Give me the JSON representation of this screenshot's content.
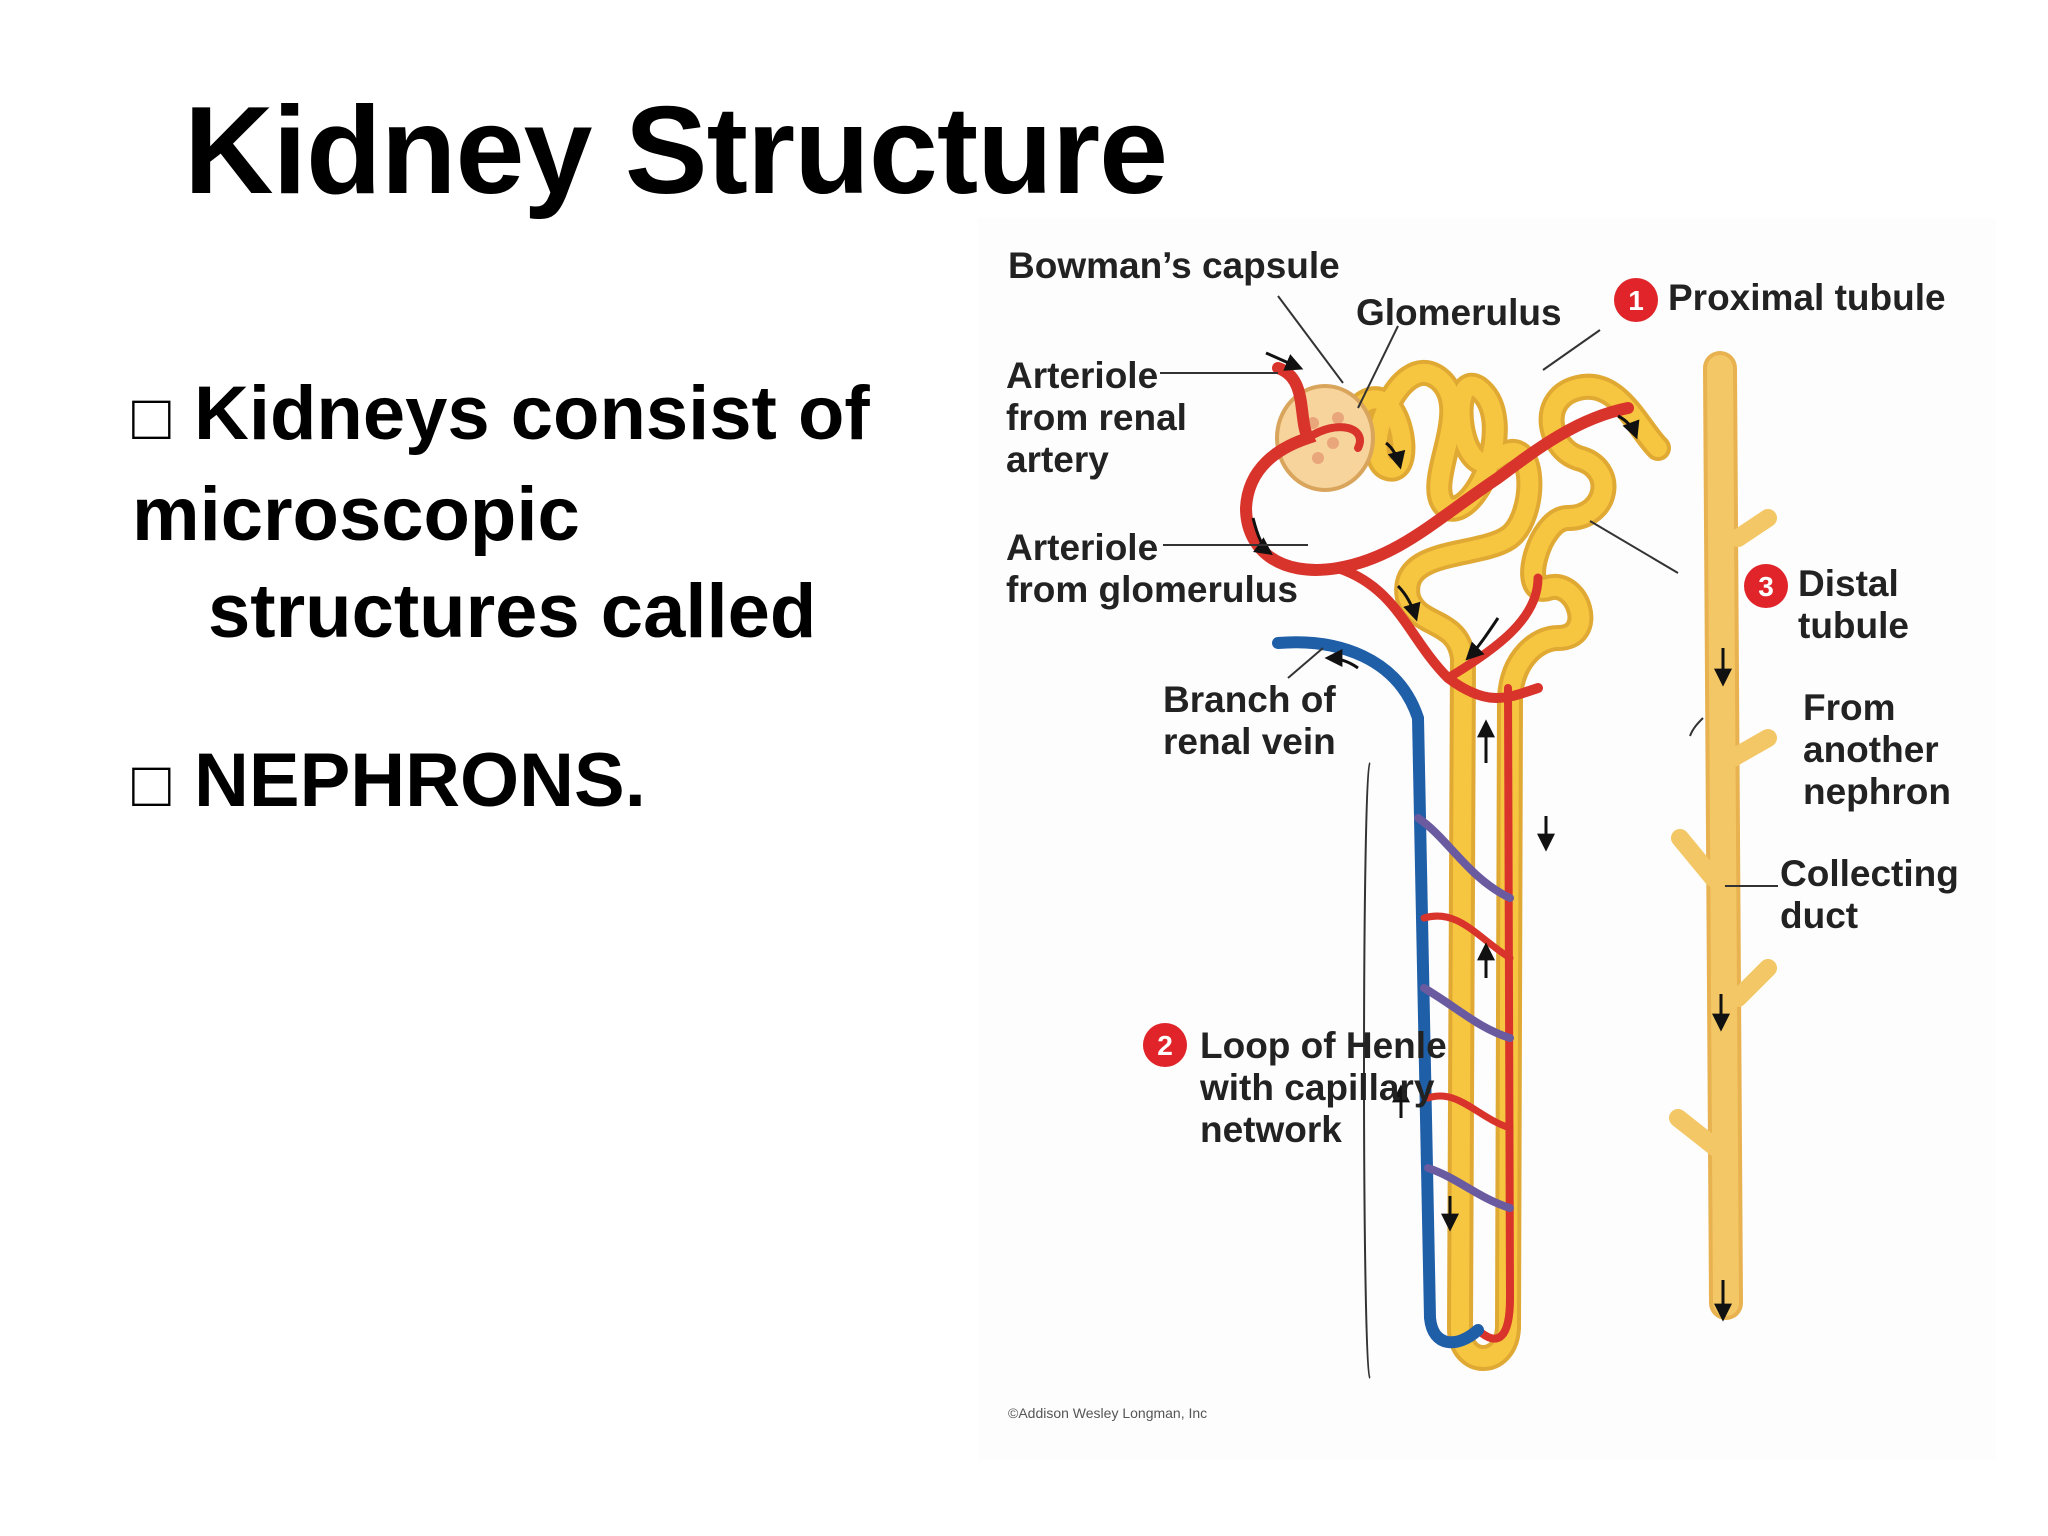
{
  "slide": {
    "title": "Kidney Structure",
    "bullets": [
      {
        "marker": "□",
        "lines": [
          "Kidneys consist of",
          "microscopic",
          "structures called"
        ]
      },
      {
        "marker": "□",
        "lines": [
          "NEPHRONS."
        ]
      }
    ]
  },
  "figure": {
    "labels": {
      "bowmans_capsule": "Bowman’s capsule",
      "glomerulus": "Glomerulus",
      "proximal_tubule": "Proximal tubule",
      "arteriole_renal": [
        "Arteriole",
        "from renal",
        "artery"
      ],
      "arteriole_glomerulus": [
        "Arteriole",
        "from glomerulus"
      ],
      "distal_tubule": [
        "Distal",
        "tubule"
      ],
      "branch_vein": [
        "Branch of",
        "renal vein"
      ],
      "from_nephron": [
        "From",
        "another",
        "nephron"
      ],
      "collecting_duct": [
        "Collecting",
        "duct"
      ],
      "loop_henle": [
        "Loop of Henle",
        "with capillary",
        "network"
      ]
    },
    "numbers": {
      "proximal": "1",
      "loop": "2",
      "distal": "3"
    },
    "copyright": "©Addison Wesley Longman, Inc",
    "colors": {
      "artery": "#d9342b",
      "vein": "#1f5fa8",
      "tubule": "#f6c640",
      "duct": "#f3c765",
      "badge": "#e0242a"
    }
  }
}
